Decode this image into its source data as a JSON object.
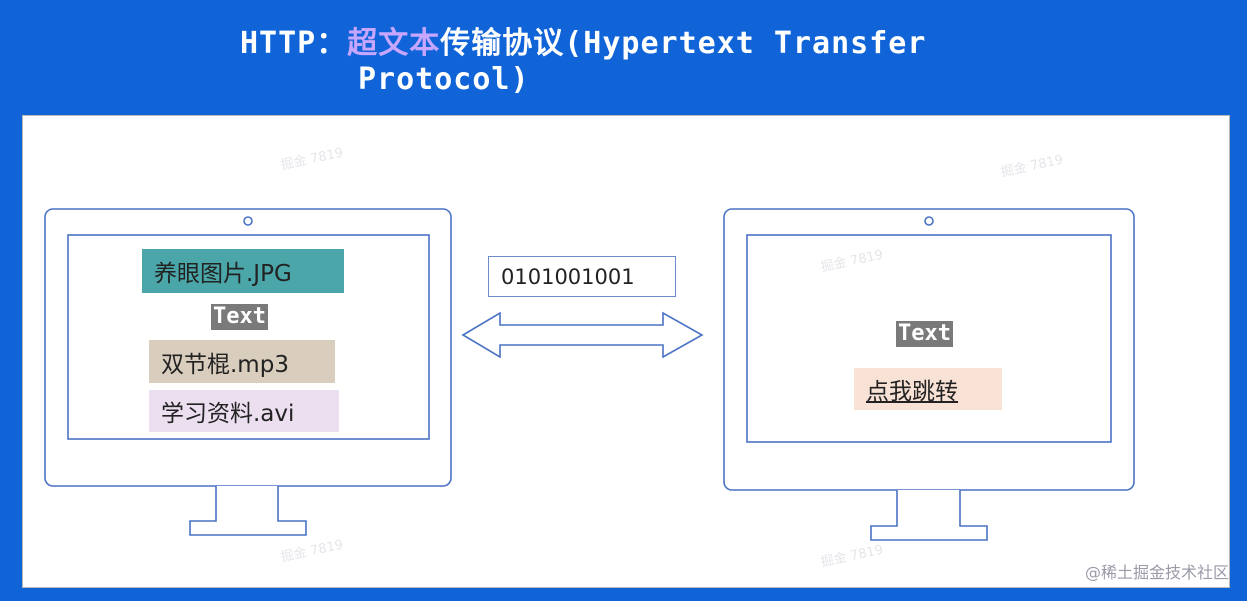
{
  "title": {
    "prefix": "HTTP：",
    "highlight": "超文本",
    "rest": "传输协议(Hypertext Transfer",
    "line2": "Protocol)"
  },
  "left_screen": {
    "items": [
      {
        "label": "养眼图片.JPG",
        "color": "#4aa6a8"
      },
      {
        "label": "双节棍.mp3",
        "color": "#d9cdbd"
      },
      {
        "label": "学习资料.avi",
        "color": "#ecdff0"
      }
    ],
    "text_badge": "Text"
  },
  "transfer": {
    "binary": "0101001001"
  },
  "right_screen": {
    "text_badge": "Text",
    "link_label": "点我跳转",
    "link_color": "#f8e2d5"
  },
  "footer": "@稀土掘金技术社区",
  "colors": {
    "background": "#1064d8",
    "monitor_stroke": "#4a72c4"
  }
}
